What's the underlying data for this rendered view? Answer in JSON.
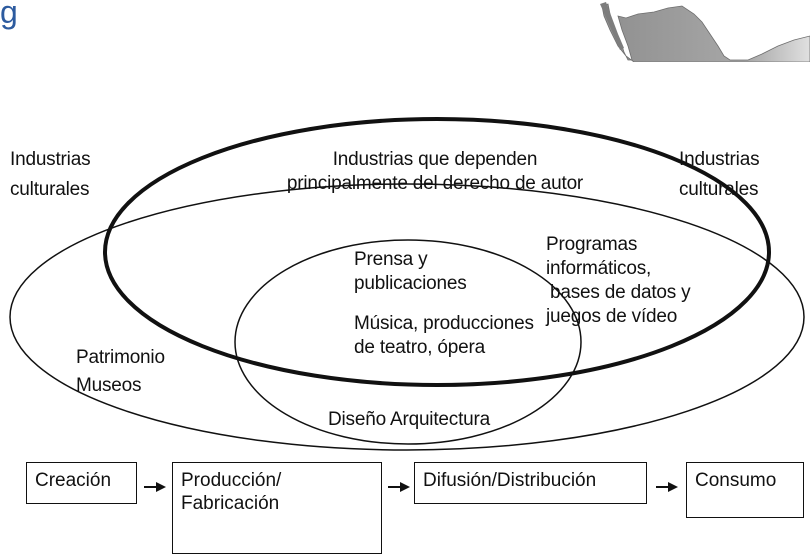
{
  "header": {
    "title_fragment": "g"
  },
  "diagram": {
    "left_label_line1": "Industrias",
    "left_label_line2": "culturales",
    "right_label_line1": "Industrias",
    "right_label_line2": "culturales",
    "copyright_label_line1": "Industrias que dependen",
    "copyright_label_line2": "principalmente del derecho de autor",
    "press_line1": "Prensa y",
    "press_line2": "publicaciones",
    "music_line1": "Música, producciones",
    "music_line2": "de teatro, ópera",
    "software_line1": "Programas",
    "software_line2": "informáticos,",
    "software_line3": "bases de datos y",
    "software_line4": "juegos de vídeo",
    "heritage_line1": "Patrimonio",
    "heritage_line2": "Museos",
    "design_label": "Diseño Arquitectura"
  },
  "value_chain": {
    "steps": [
      {
        "label_line1": "Creación",
        "label_line2": ""
      },
      {
        "label_line1": "Producción/",
        "label_line2": "Fabricación"
      },
      {
        "label_line1": "Difusión/Distribución",
        "label_line2": ""
      },
      {
        "label_line1": "Consumo",
        "label_line2": ""
      }
    ]
  },
  "colors": {
    "title": "#2d5b9f",
    "lines": "#111111",
    "map_fill": "#9a9a9a"
  }
}
